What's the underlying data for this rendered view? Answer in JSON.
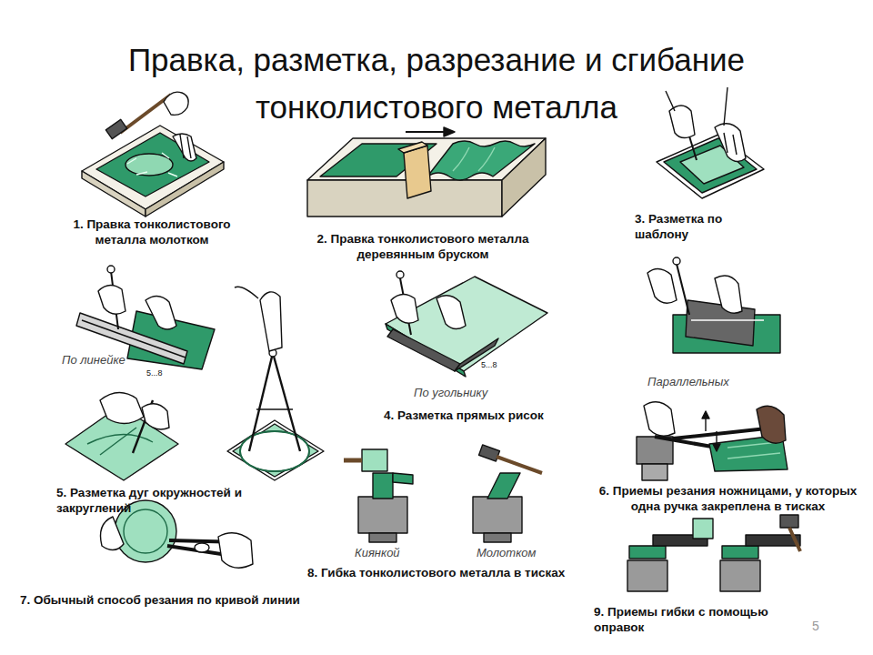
{
  "diagram": {
    "title": "Правка, разметка, разрезание и сгибание тонколистового металла",
    "labels": [
      "1. Правка тонколистового металла молотком",
      "2. Правка тонколистового металла деревянным бруском",
      "3. Разметка по шаблону",
      "По линейке",
      "5...8",
      "Параллельных",
      "5...8",
      "По угольнику",
      "4. Разметка прямых рисок",
      "5. Разметка дуг окружностей и закруглений",
      "6. Приемы резания ножницами, у которых одна ручка закреплена в тисках",
      "Киянкой",
      "Молотком",
      "7. Обычный способ резания по кривой линии",
      "8. Гибка тонколистового металла в тисках",
      "9. Приемы гибки с помощью оправок",
      "5"
    ]
  }
}
